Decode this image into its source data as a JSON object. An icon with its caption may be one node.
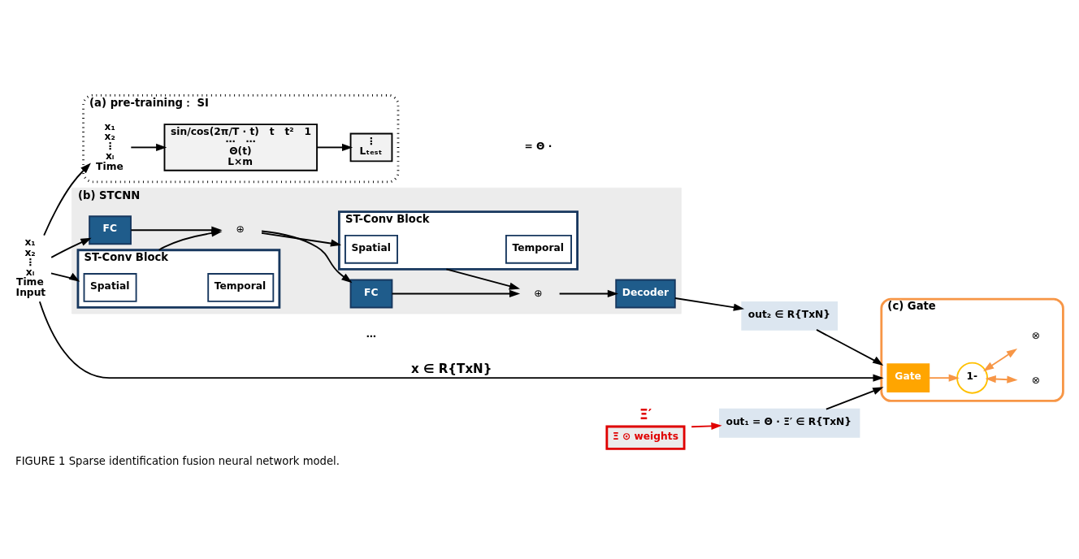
{
  "diagram": {
    "caption": "FIGURE 1 Sparse identification fusion neural network model.",
    "nodes": [
      {
        "text": [
          "x₁",
          "x₂",
          "⋮",
          "xᵢ",
          "Time",
          "Input"
        ]
      },
      {
        "text": [
          "(a) pre-training： SI"
        ]
      },
      {
        "text": [
          "x₁",
          "x₂",
          "⋮",
          "xᵢ",
          "Time"
        ],
        "in": 1
      },
      {
        "text": [
          "sin/cos(2π/T · t)   t   t²   1",
          "⋯   ⋯",
          "Θ(t)",
          "L×m"
        ],
        "in": 1
      },
      {
        "text": [
          "⋮",
          "Lₜₑₛₜ"
        ],
        "in": 1
      },
      {
        "text": [
          "Ξ ⊙ weights"
        ],
        "beside": [
          "Ξ′"
        ]
      },
      {
        "text": [
          "out₁ = Θ · Ξ′ ∈ R{TxN}"
        ]
      },
      {
        "text": [
          "(c) Gate"
        ]
      },
      {
        "text": [
          "Gate"
        ],
        "in": 7
      },
      {
        "text": [
          "1-"
        ],
        "in": 7
      },
      {
        "text": [
          "⊗"
        ],
        "in": 7
      },
      {
        "text": [
          "⊗"
        ],
        "in": 7
      },
      {
        "text": [
          "(b) STCNN"
        ]
      },
      {
        "text": [
          "FC"
        ],
        "in": 12
      },
      {
        "text": [
          "ST-Conv Block"
        ],
        "in": 12
      },
      {
        "text": [
          "Spatial"
        ],
        "in": 14
      },
      {
        "text": [
          "Temporal"
        ],
        "in": 14
      },
      {
        "text": [
          "⊕"
        ],
        "in": 12
      },
      {
        "text": [
          "FC"
        ],
        "in": 12
      },
      {
        "text": [
          "ST-Conv Block"
        ],
        "in": 12
      },
      {
        "text": [
          "Spatial"
        ],
        "in": 19
      },
      {
        "text": [
          "Temporal"
        ],
        "in": 19
      },
      {
        "text": [
          "⊕"
        ],
        "in": 12
      },
      {
        "text": [
          "Decoder"
        ],
        "in": 12
      },
      {
        "text": [
          "out₂ ∈ R{TxN}"
        ]
      }
    ],
    "edges": [
      {
        "from": 0,
        "to": 2,
        "arrow": "to"
      },
      {
        "from": 2,
        "to": 3,
        "arrow": "to"
      },
      {
        "from": 3,
        "to": 4,
        "arrow": "to"
      },
      {
        "from": 5,
        "to": 6,
        "arrow": "to",
        "color": "#e00000"
      },
      {
        "from": 6,
        "to": 7,
        "arrow": "to"
      },
      {
        "from": 0,
        "to": 7,
        "arrow": "to",
        "label": "x ∈ R{TxN}"
      },
      {
        "from": 0,
        "to": 13,
        "arrow": "to"
      },
      {
        "from": 0,
        "to": 14,
        "arrow": "to"
      },
      {
        "from": 13,
        "to": 17,
        "arrow": "to"
      },
      {
        "from": 14,
        "to": 17,
        "arrow": "to"
      },
      {
        "from": 17,
        "to": 18,
        "arrow": "to"
      },
      {
        "from": 17,
        "to": 19,
        "arrow": "to"
      },
      {
        "from": 18,
        "to": 22,
        "arrow": "to"
      },
      {
        "from": 19,
        "to": 22,
        "arrow": "to"
      },
      {
        "from": 22,
        "to": 23,
        "arrow": "to"
      },
      {
        "from": 23,
        "to": 24,
        "arrow": "to"
      },
      {
        "from": 24,
        "to": 7,
        "arrow": "to"
      },
      {
        "from": 8,
        "to": 9,
        "arrow": "to",
        "color": "#f79646"
      },
      {
        "from": 9,
        "to": 10,
        "arrow": "both",
        "color": "#f79646"
      },
      {
        "from": 9,
        "to": 11,
        "arrow": "both",
        "color": "#f79646"
      }
    ],
    "labels": [
      "= Θ ·",
      "⋯"
    ]
  }
}
